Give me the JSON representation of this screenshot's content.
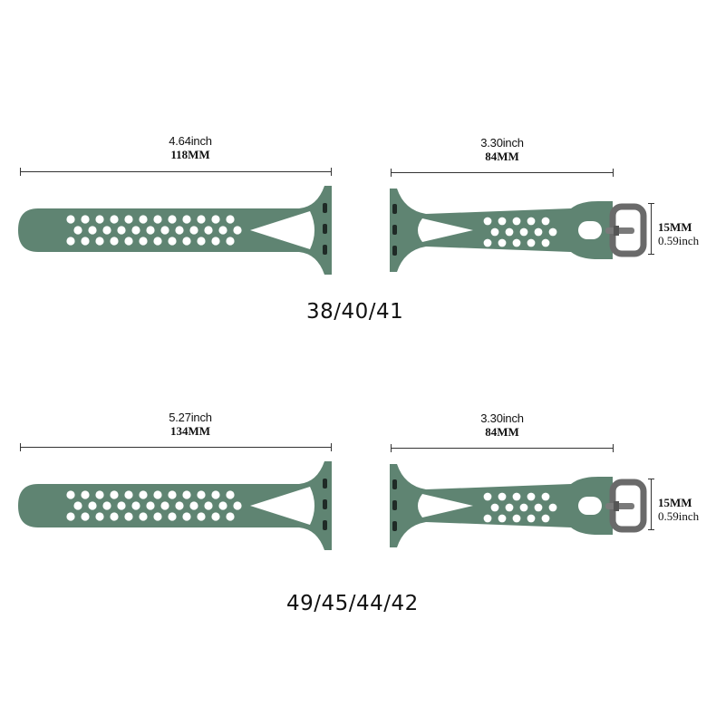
{
  "colors": {
    "strap": "#5f8472",
    "buckle": "#6a6a6a",
    "pin": "#1f2a26",
    "line": "#333333"
  },
  "sets": [
    {
      "size_label": "38/40/41",
      "long_strap": {
        "inch": "4.64inch",
        "mm": "118MM"
      },
      "short_strap": {
        "inch": "3.30inch",
        "mm": "84MM"
      },
      "width": {
        "mm": "15MM",
        "inch": "0.59inch"
      }
    },
    {
      "size_label": "49/45/44/42",
      "long_strap": {
        "inch": "5.27inch",
        "mm": "134MM"
      },
      "short_strap": {
        "inch": "3.30inch",
        "mm": "84MM"
      },
      "width": {
        "mm": "15MM",
        "inch": "0.59inch"
      }
    }
  ]
}
